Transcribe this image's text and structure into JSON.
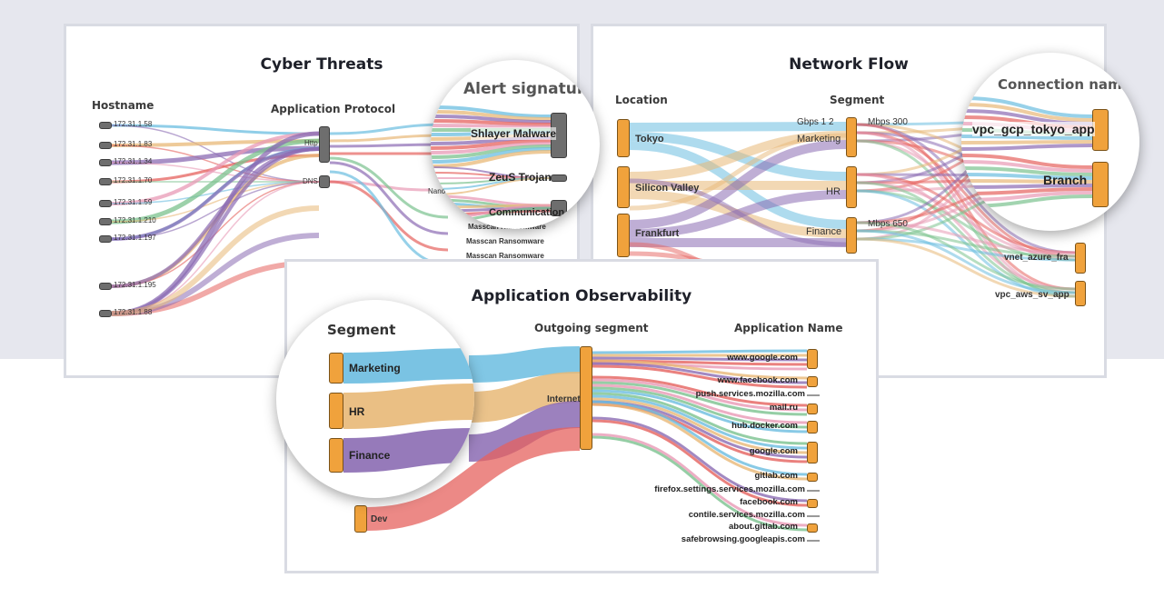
{
  "colors": {
    "background": "#e6e7ee",
    "node_orange": "#f0a23c",
    "node_gray": "#6e6e6e",
    "blue": "#6bbde0",
    "tan": "#e8b877",
    "purple": "#8b6bb3",
    "red": "#e5625e",
    "pink": "#e89ab5",
    "green": "#7bc28e"
  },
  "cyber": {
    "title": "Cyber Threats",
    "col_hostname": "Hostname",
    "col_protocol": "Application Protocol",
    "col_alert": "Alert signature",
    "hosts": [
      "172.31.1.58",
      "172.31.1.83",
      "172.31.1.34",
      "172.31.1.70",
      "172.31.1.59",
      "172.31.1.210",
      "172.31.1.197",
      "172.31.1.195",
      "172.31.1.88"
    ],
    "protocols": [
      "Http",
      "DNS"
    ],
    "alerts_zoom": [
      "Shlayer Malware",
      "ZeuS Trojan",
      "Communication"
    ],
    "alerts_small": [
      "NanoCo",
      "Masscan Ransomware",
      "Masscan Ransomware",
      "Masscan Ransomware"
    ]
  },
  "network": {
    "title": "Network Flow",
    "col_location": "Location",
    "col_segment": "Segment",
    "col_connection": "Connection name",
    "locations": [
      "Tokyo",
      "Silicon Valley",
      "Frankfurt"
    ],
    "segments": [
      "Marketing",
      "HR",
      "Finance"
    ],
    "rates": [
      "Gbps 1 2",
      "Mbps 300",
      "Mbps 650"
    ],
    "connections_zoom": [
      "vpc_gcp_tokyo_app",
      "Branch"
    ],
    "connections_small": [
      "vnet_azure_fra",
      "vpc_aws_sv_app"
    ]
  },
  "app": {
    "title": "Application Observability",
    "col_segment": "Segment",
    "col_outgoing": "Outgoing segment",
    "col_appname": "Application Name",
    "segments": [
      "Marketing",
      "HR",
      "Finance",
      "Dev"
    ],
    "outgoing": "Internet",
    "apps": [
      "www.google.com",
      "www.facebook.com",
      "push.services.mozilla.com",
      "mail.ru",
      "hub.docker.com",
      "google.com",
      "gitlab.com",
      "firefox.settings.services.mozilla.com",
      "facebook.com",
      "contile.services.mozilla.com",
      "about.gitlab.com",
      "safebrowsing.googleapis.com"
    ]
  }
}
